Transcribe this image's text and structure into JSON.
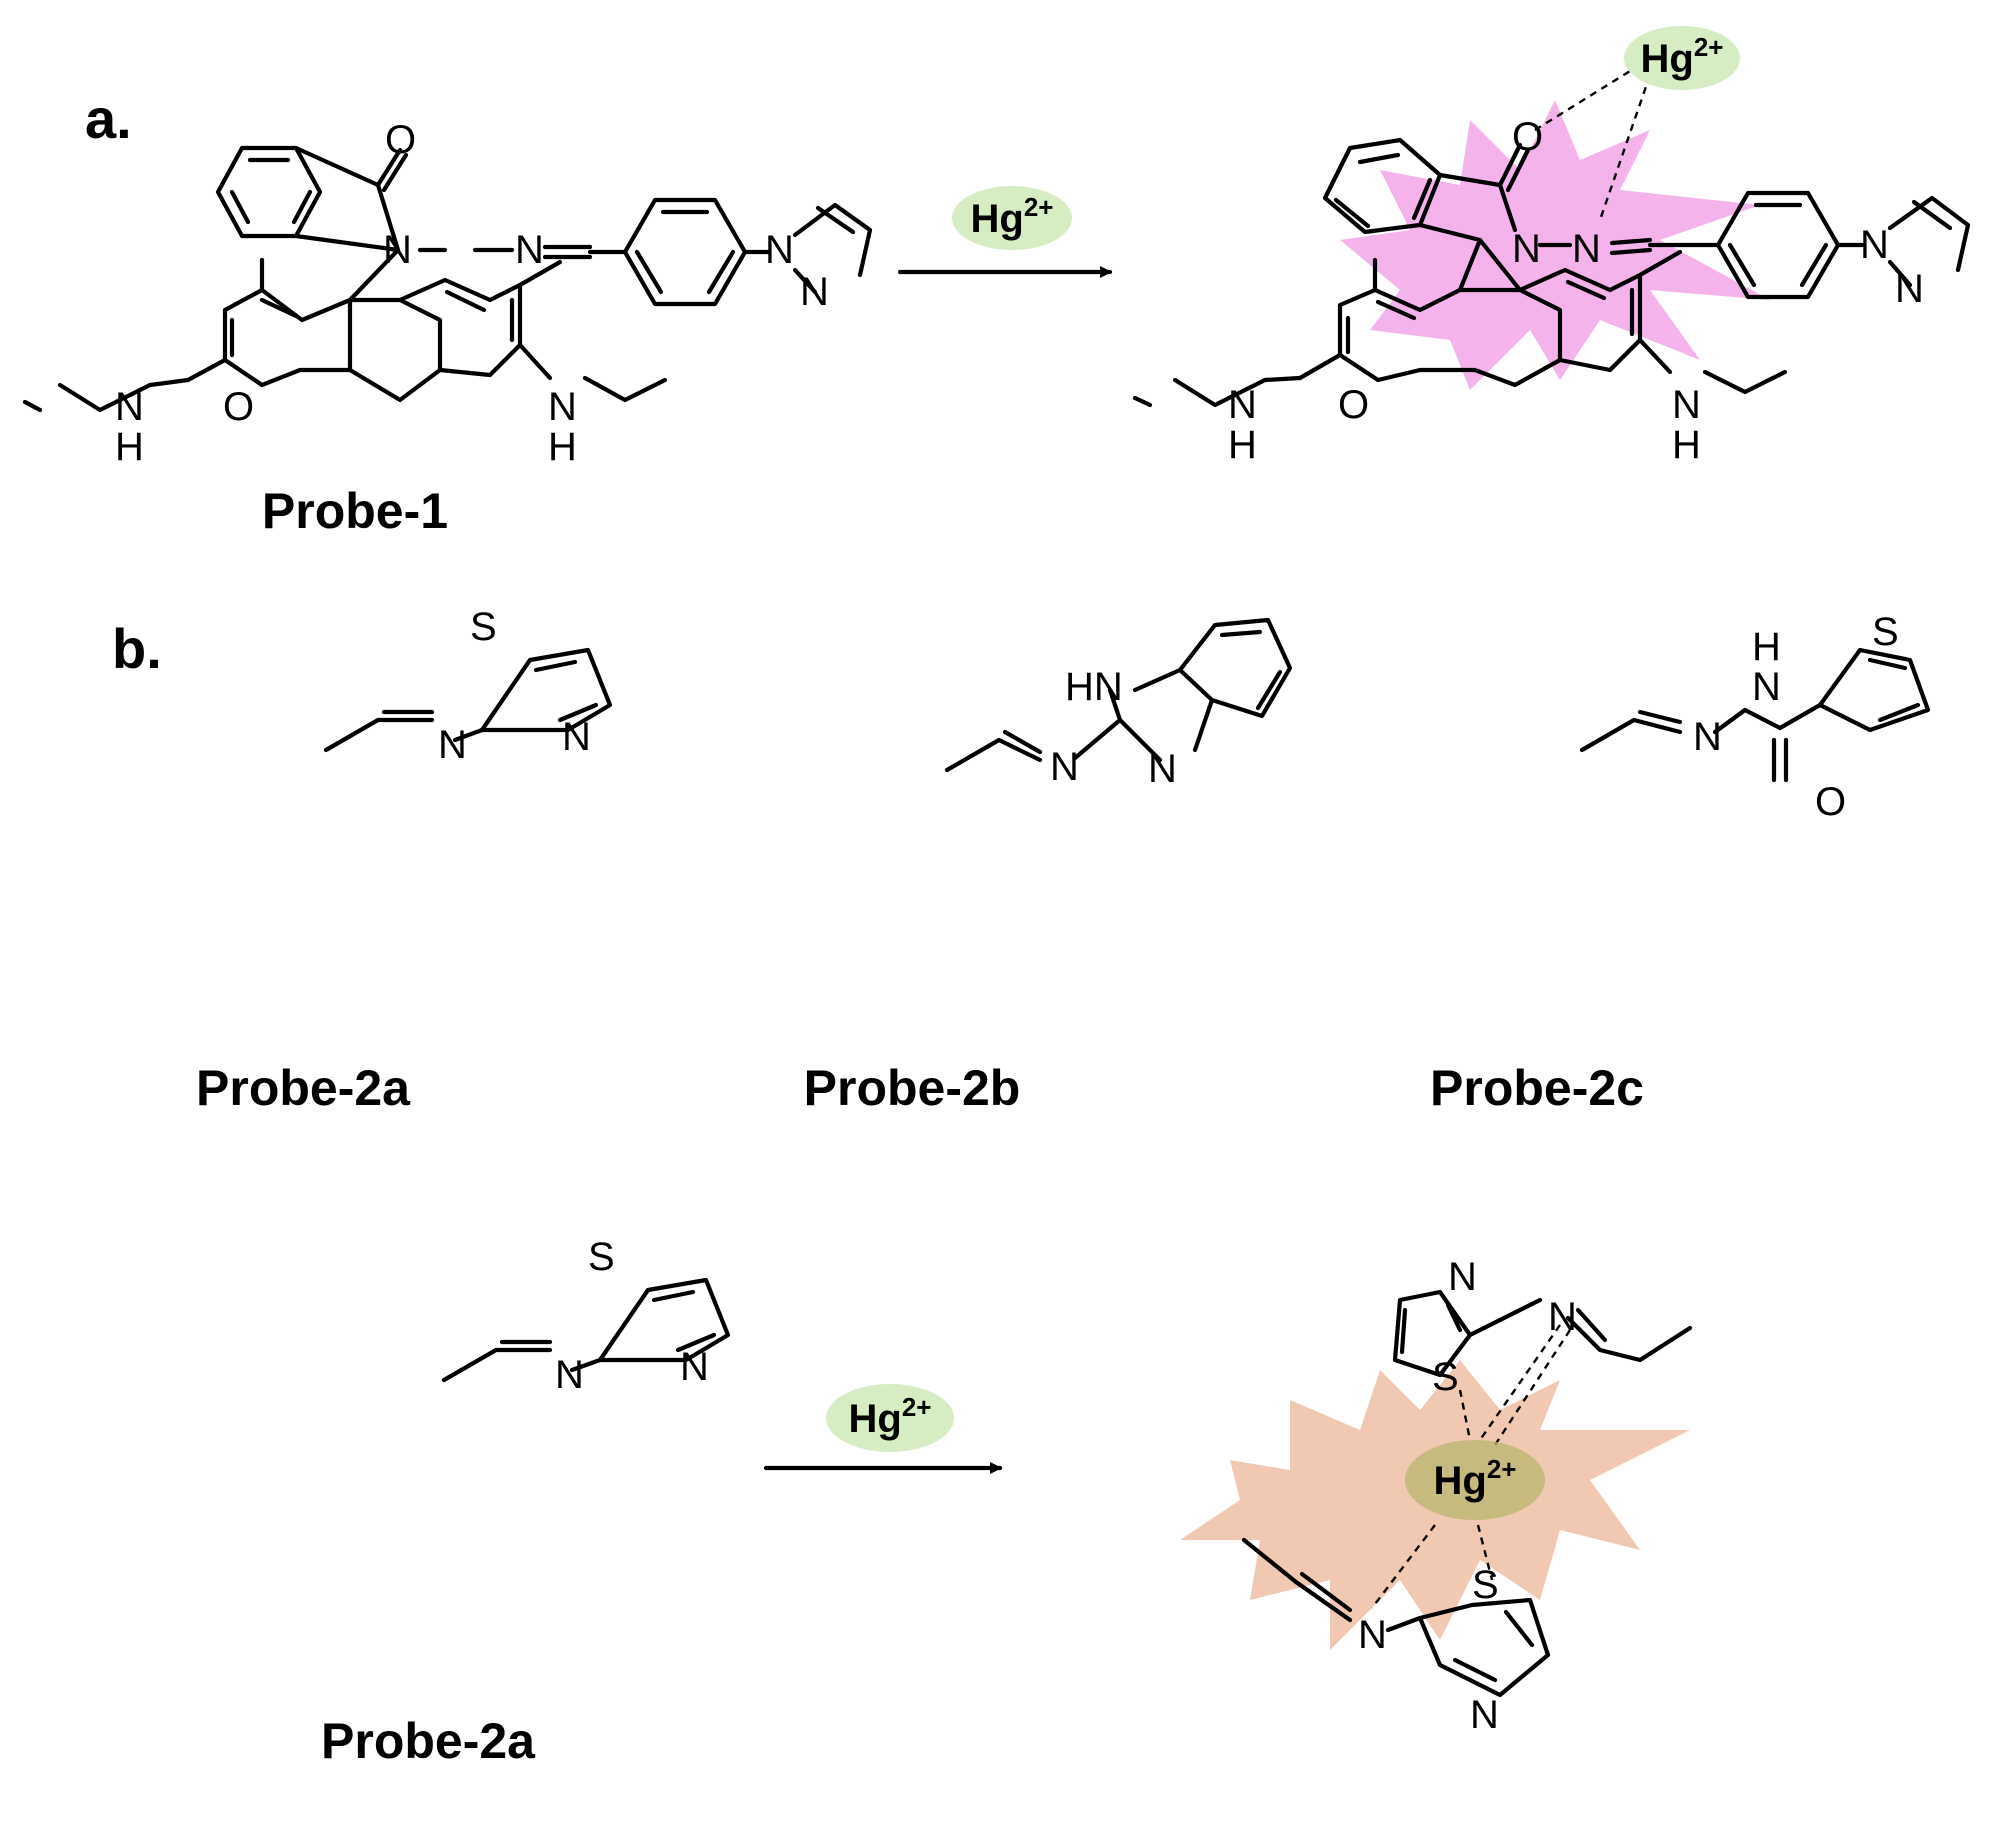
{
  "colors": {
    "ion_fill": "#d6ecc3",
    "ion_fill_complex": "#b7b46e",
    "burst_pink": "#f2a7e8",
    "burst_orange": "#efc0a4"
  },
  "panel_a": {
    "label": "a.",
    "probe_label": "Probe-1",
    "reagent": {
      "symbol": "Hg",
      "charge": "2+"
    },
    "product_ion": {
      "symbol": "Hg",
      "charge": "2+"
    },
    "atoms": {
      "oxo": "O",
      "n1": "N",
      "n2": "N",
      "pz_n1": "N",
      "pz_n2": "N",
      "ring_o": "O",
      "nh_left_n": "N",
      "nh_left_h": "H",
      "nh_right_n": "N",
      "nh_right_h": "H",
      "p_o": "O",
      "p_n1": "N",
      "p_n2": "N",
      "p_pz_n1": "N",
      "p_pz_n2": "N",
      "p_ring_o": "O",
      "p_nh_left_n": "N",
      "p_nh_left_h": "H",
      "p_nh_right_n": "N",
      "p_nh_right_h": "H"
    }
  },
  "panel_b": {
    "label": "b.",
    "probes": [
      {
        "label": "Probe-2a",
        "atoms": {
          "s": "S",
          "n_ring": "N",
          "n_imine": "N"
        }
      },
      {
        "label": "Probe-2b",
        "atoms": {
          "nh": "HN",
          "n_ring": "N",
          "n_imine": "N"
        }
      },
      {
        "label": "Probe-2c",
        "atoms": {
          "s": "S",
          "h": "H",
          "nh": "N",
          "n_imine": "N",
          "o": "O"
        }
      }
    ],
    "reaction_probe_label": "Probe-2a",
    "reagent": {
      "symbol": "Hg",
      "charge": "2+"
    },
    "complex_ion": {
      "symbol": "Hg",
      "charge": "2+"
    },
    "complex_atoms": {
      "top_n_ring": "N",
      "top_s": "S",
      "top_n_imine": "N",
      "bot_s": "S",
      "bot_n_ring": "N",
      "bot_n_imine": "N"
    }
  }
}
